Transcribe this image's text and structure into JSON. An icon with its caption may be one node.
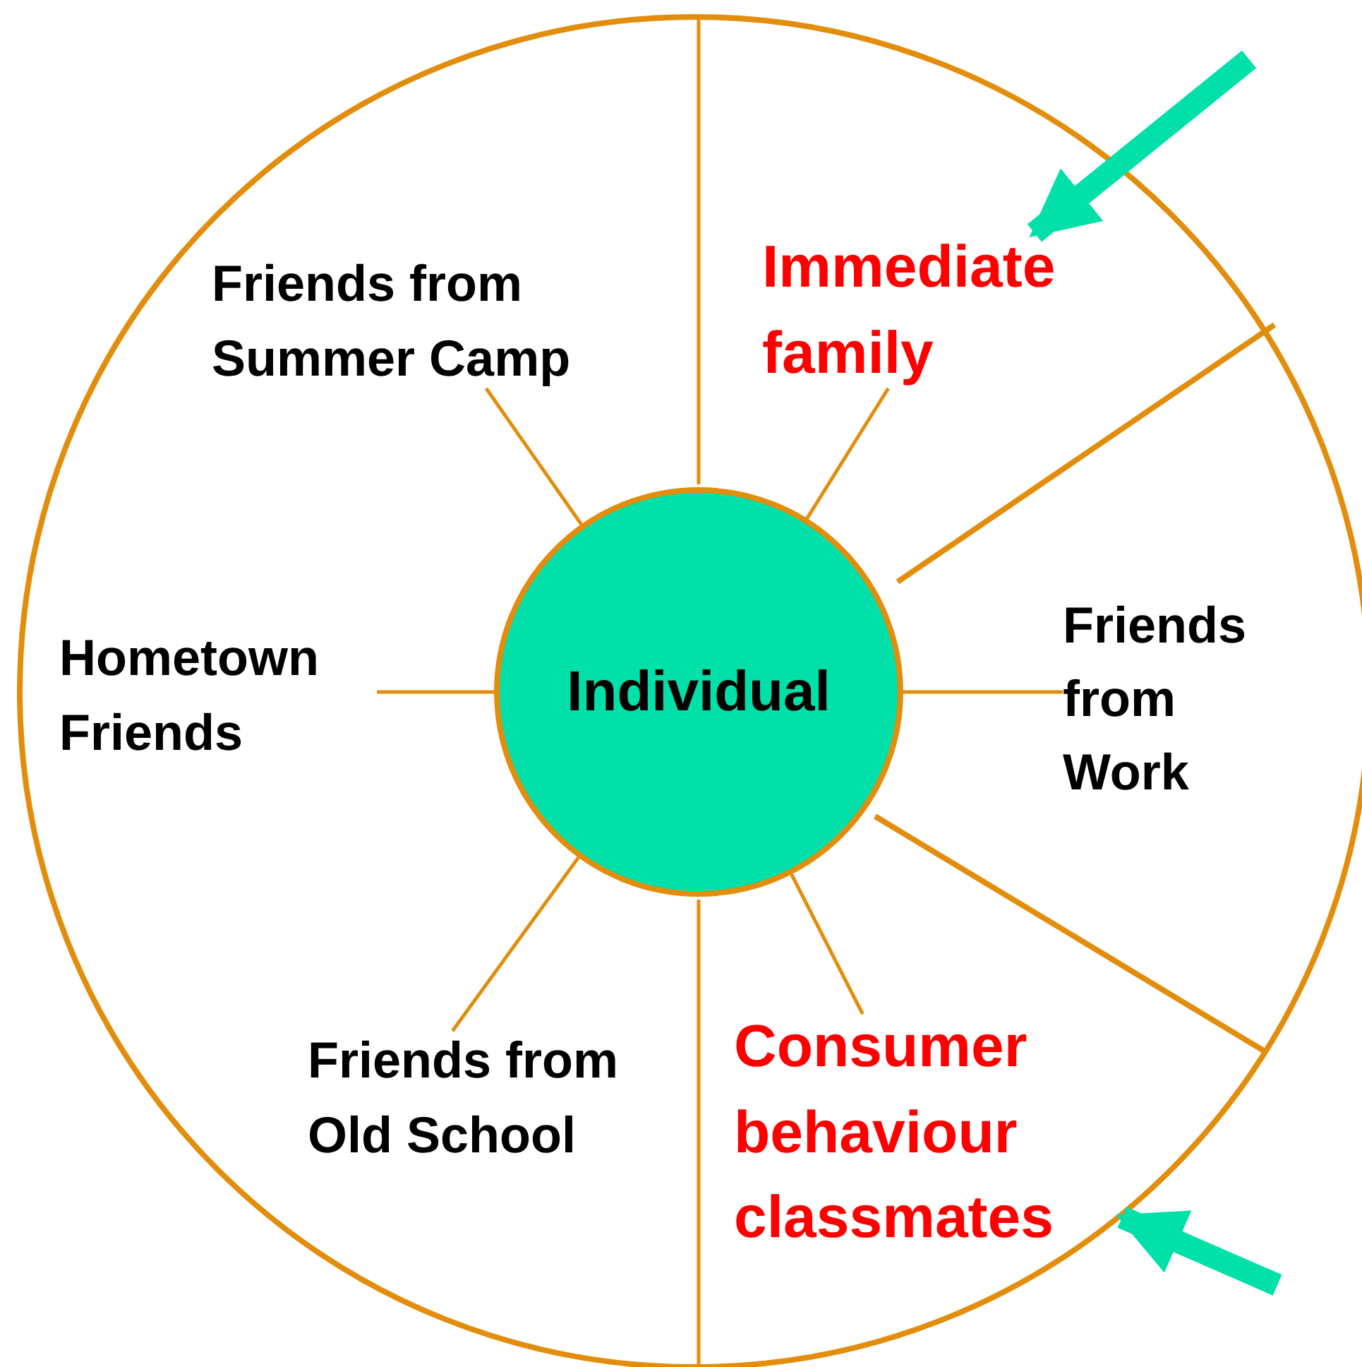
{
  "diagram": {
    "nodes": [
      {
        "text": [
          "Individual"
        ]
      },
      {
        "text": [
          "Friends from Summer Camp"
        ]
      },
      {
        "text": [
          "Immediate family"
        ]
      },
      {
        "text": [
          "Friends from Work"
        ]
      },
      {
        "text": [
          "Consumer behaviour classmates"
        ]
      },
      {
        "text": [
          "Friends from Old School"
        ]
      },
      {
        "text": [
          "Hometown Friends"
        ]
      }
    ],
    "edges": [
      {
        "from": 1,
        "to": 0,
        "arrow": "none"
      },
      {
        "from": 2,
        "to": 0,
        "arrow": "none"
      },
      {
        "from": 3,
        "to": 0,
        "arrow": "none"
      },
      {
        "from": 4,
        "to": 0,
        "arrow": "none"
      },
      {
        "from": 5,
        "to": 0,
        "arrow": "none"
      },
      {
        "from": 6,
        "to": 0,
        "arrow": "none"
      },
      {
        "from": null,
        "to": 2,
        "arrow": "to",
        "style": "thick",
        "color": "#00e0a8"
      },
      {
        "from": null,
        "to": 4,
        "arrow": "to",
        "style": "thick",
        "color": "#00e0a8"
      }
    ]
  }
}
